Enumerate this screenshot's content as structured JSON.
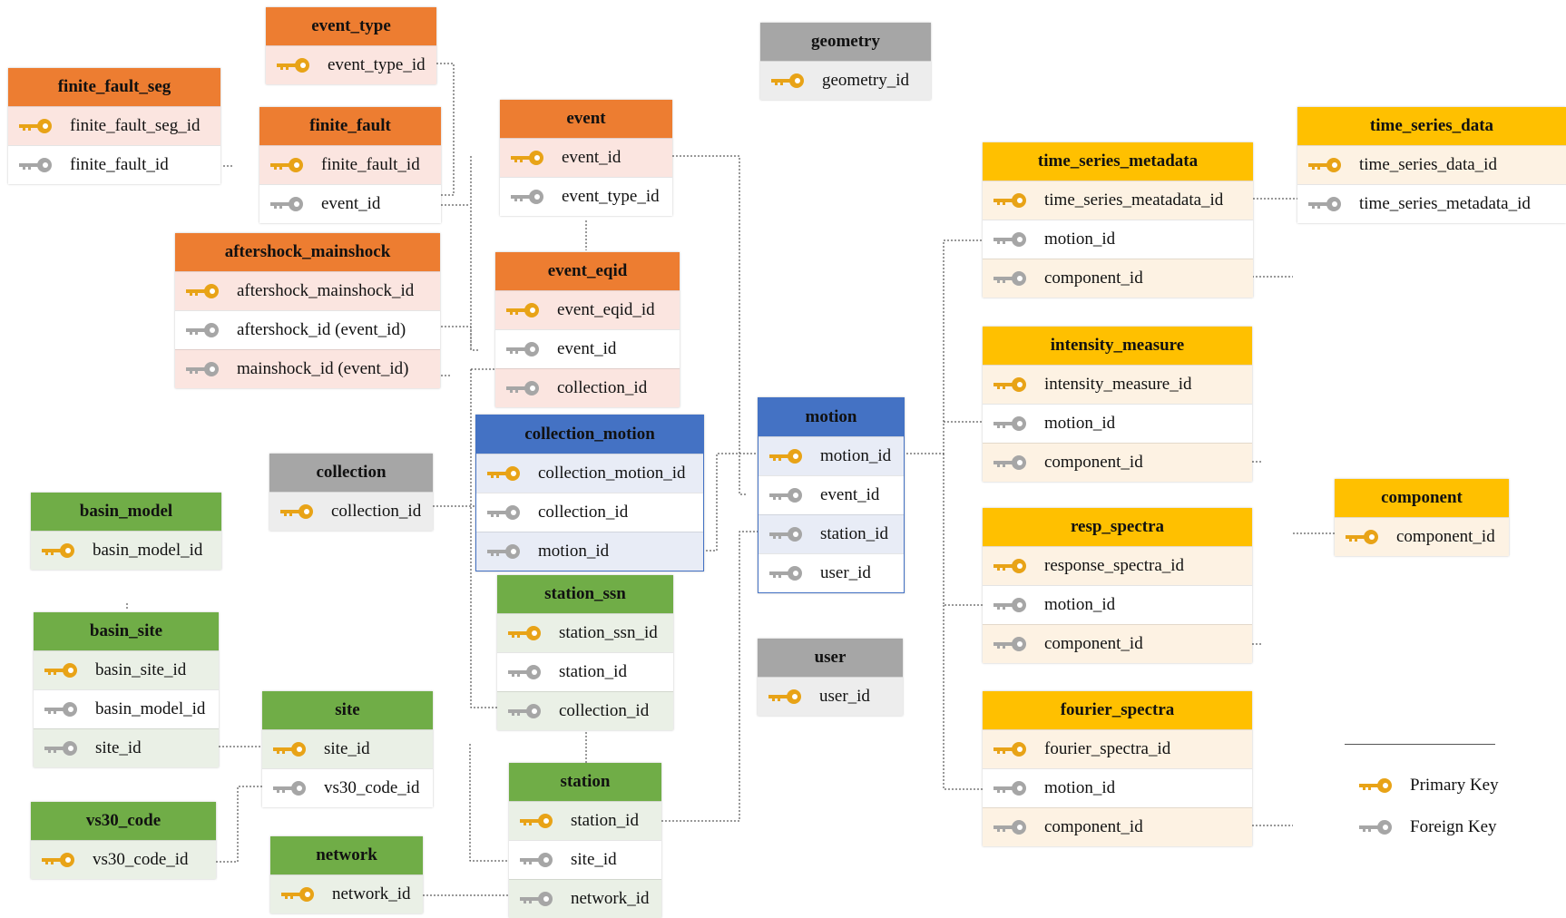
{
  "tables": [
    {
      "id": "event_type",
      "color": "orange",
      "rows": [
        {
          "label": "event_type_id",
          "key": "pk"
        }
      ]
    },
    {
      "id": "finite_fault_seg",
      "color": "orange",
      "rows": [
        {
          "label": "finite_fault_seg_id",
          "key": "pk"
        },
        {
          "label": "finite_fault_id",
          "key": "fk"
        }
      ]
    },
    {
      "id": "finite_fault",
      "color": "orange",
      "rows": [
        {
          "label": "finite_fault_id",
          "key": "pk"
        },
        {
          "label": "event_id",
          "key": "fk"
        }
      ]
    },
    {
      "id": "event",
      "color": "orange",
      "rows": [
        {
          "label": "event_id",
          "key": "pk"
        },
        {
          "label": "event_type_id",
          "key": "fk"
        }
      ]
    },
    {
      "id": "aftershock_mainshock",
      "color": "orange",
      "rows": [
        {
          "label": "aftershock_mainshock_id",
          "key": "pk"
        },
        {
          "label": "aftershock_id (event_id)",
          "key": "fk"
        },
        {
          "label": "mainshock_id (event_id)",
          "key": "fk"
        }
      ]
    },
    {
      "id": "event_eqid",
      "color": "orange",
      "rows": [
        {
          "label": "event_eqid_id",
          "key": "pk"
        },
        {
          "label": "event_id",
          "key": "fk"
        },
        {
          "label": "collection_id",
          "key": "fk"
        }
      ]
    },
    {
      "id": "geometry",
      "color": "gray",
      "rows": [
        {
          "label": "geometry_id",
          "key": "pk"
        }
      ]
    },
    {
      "id": "collection_motion",
      "color": "blue",
      "rows": [
        {
          "label": "collection_motion_id",
          "key": "pk"
        },
        {
          "label": "collection_id",
          "key": "fk"
        },
        {
          "label": "motion_id",
          "key": "fk"
        }
      ]
    },
    {
      "id": "collection",
      "color": "gray",
      "rows": [
        {
          "label": "collection_id",
          "key": "pk"
        }
      ]
    },
    {
      "id": "motion",
      "color": "blue",
      "rows": [
        {
          "label": "motion_id",
          "key": "pk"
        },
        {
          "label": "event_id",
          "key": "fk"
        },
        {
          "label": "station_id",
          "key": "fk"
        },
        {
          "label": "user_id",
          "key": "fk"
        }
      ]
    },
    {
      "id": "user",
      "color": "gray",
      "rows": [
        {
          "label": "user_id",
          "key": "pk"
        }
      ]
    },
    {
      "id": "basin_model",
      "color": "green",
      "rows": [
        {
          "label": "basin_model_id",
          "key": "pk"
        }
      ]
    },
    {
      "id": "basin_site",
      "color": "green",
      "rows": [
        {
          "label": "basin_site_id",
          "key": "pk"
        },
        {
          "label": "basin_model_id",
          "key": "fk"
        },
        {
          "label": "site_id",
          "key": "fk"
        }
      ]
    },
    {
      "id": "site",
      "color": "green",
      "rows": [
        {
          "label": "site_id",
          "key": "pk"
        },
        {
          "label": "vs30_code_id",
          "key": "fk"
        }
      ]
    },
    {
      "id": "vs30_code",
      "color": "green",
      "rows": [
        {
          "label": "vs30_code_id",
          "key": "pk"
        }
      ]
    },
    {
      "id": "network",
      "color": "green",
      "rows": [
        {
          "label": "network_id",
          "key": "pk"
        }
      ]
    },
    {
      "id": "station_ssn",
      "color": "green",
      "rows": [
        {
          "label": "station_ssn_id",
          "key": "pk"
        },
        {
          "label": "station_id",
          "key": "fk"
        },
        {
          "label": "collection_id",
          "key": "fk"
        }
      ]
    },
    {
      "id": "station",
      "color": "green",
      "rows": [
        {
          "label": "station_id",
          "key": "pk"
        },
        {
          "label": "site_id",
          "key": "fk"
        },
        {
          "label": "network_id",
          "key": "fk"
        }
      ]
    },
    {
      "id": "time_series_metadata",
      "color": "yellow",
      "rows": [
        {
          "label": "time_series_meatadata_id",
          "key": "pk"
        },
        {
          "label": "motion_id",
          "key": "fk"
        },
        {
          "label": "component_id",
          "key": "fk"
        }
      ]
    },
    {
      "id": "time_series_data",
      "color": "yellow",
      "rows": [
        {
          "label": "time_series_data_id",
          "key": "pk"
        },
        {
          "label": "time_series_metadata_id",
          "key": "fk"
        }
      ]
    },
    {
      "id": "intensity_measure",
      "color": "yellow",
      "rows": [
        {
          "label": "intensity_measure_id",
          "key": "pk"
        },
        {
          "label": "motion_id",
          "key": "fk"
        },
        {
          "label": "component_id",
          "key": "fk"
        }
      ]
    },
    {
      "id": "resp_spectra",
      "color": "yellow",
      "rows": [
        {
          "label": "response_spectra_id",
          "key": "pk"
        },
        {
          "label": "motion_id",
          "key": "fk"
        },
        {
          "label": "component_id",
          "key": "fk"
        }
      ]
    },
    {
      "id": "fourier_spectra",
      "color": "yellow",
      "rows": [
        {
          "label": "fourier_spectra_id",
          "key": "pk"
        },
        {
          "label": "motion_id",
          "key": "fk"
        },
        {
          "label": "component_id",
          "key": "fk"
        }
      ]
    },
    {
      "id": "component",
      "color": "yellow",
      "rows": [
        {
          "label": "component_id",
          "key": "pk"
        }
      ]
    }
  ],
  "legend": {
    "primary_key_label": "Primary Key",
    "foreign_key_label": "Foreign Key"
  },
  "colors": {
    "orange": "#ed7d31",
    "blue": "#4472c4",
    "gray": "#a6a6a6",
    "green": "#70ad47",
    "yellow": "#ffc000",
    "primary_key": "#e8a317",
    "foreign_key": "#a6a6a6"
  },
  "icons": {
    "primary_key": "key-icon",
    "foreign_key": "key-icon"
  }
}
